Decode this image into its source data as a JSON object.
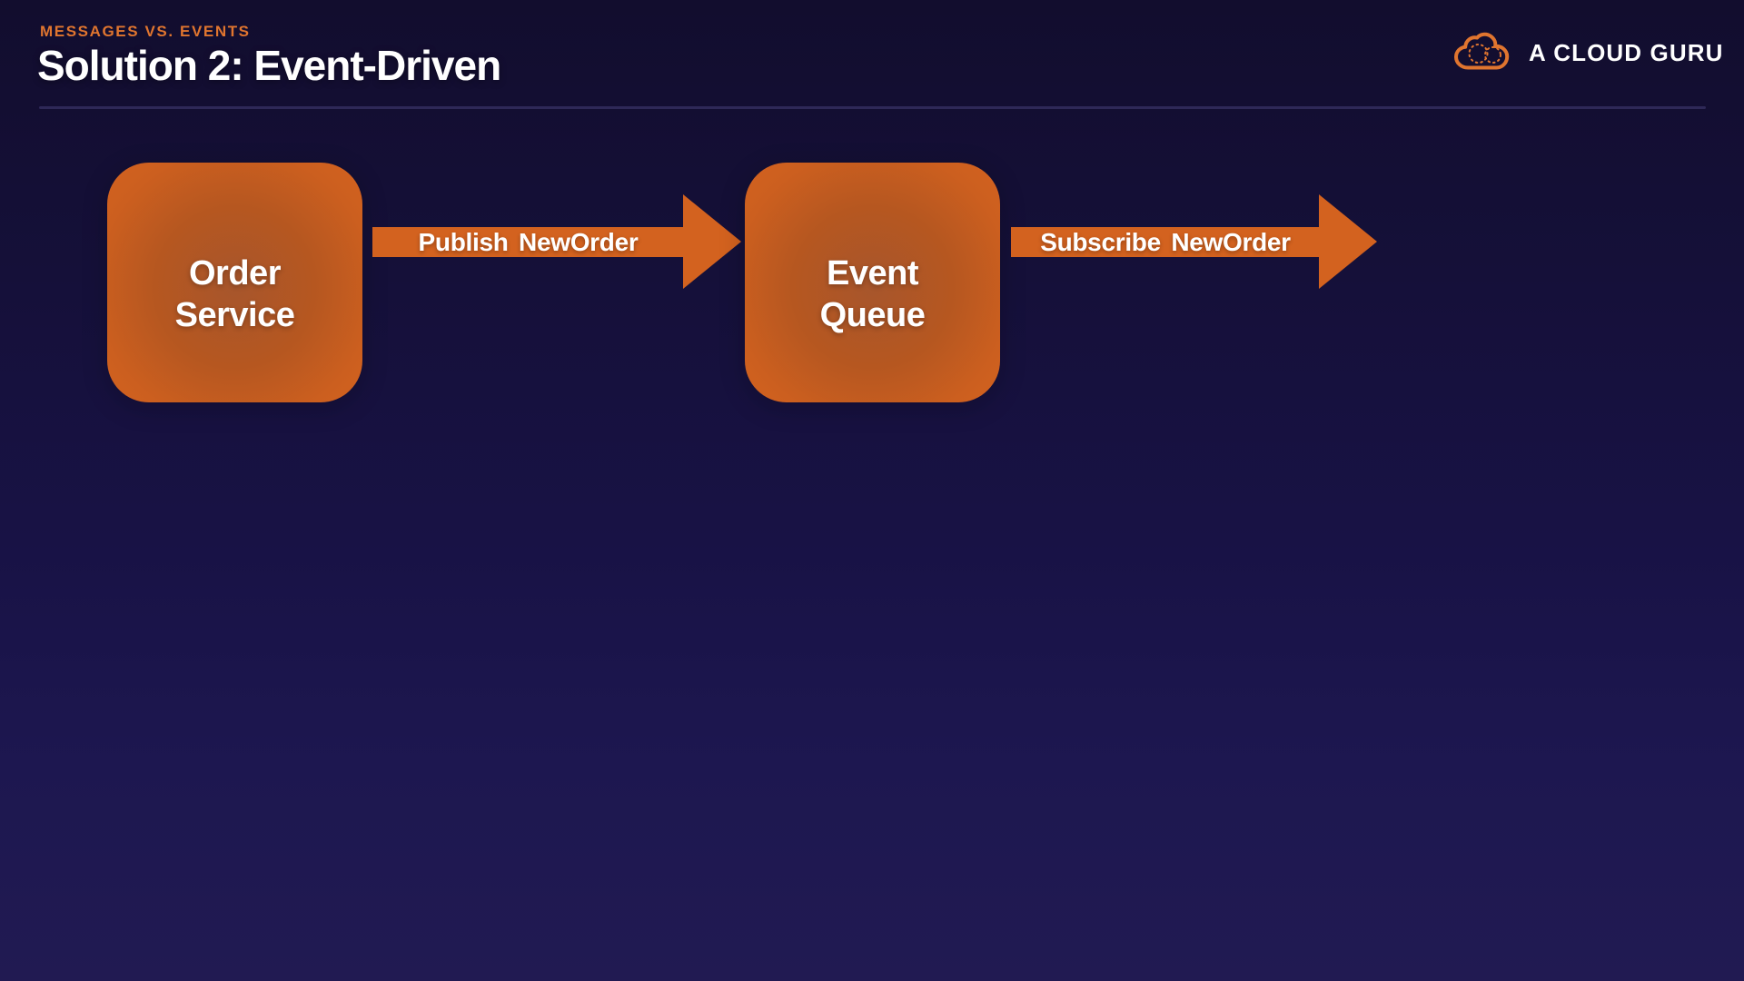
{
  "header": {
    "eyebrow": "MESSAGES VS. EVENTS",
    "title": "Solution 2: Event-Driven",
    "brand": "A CLOUD GURU"
  },
  "colors": {
    "background_top": "#120D2E",
    "background_bottom": "#211A52",
    "node_orange": "#D3621F",
    "node_orange_center": "#A7562C",
    "arrow_orange": "#D3621F",
    "eyebrow_orange": "#E0752F",
    "divider": "#2E2857",
    "text_white": "#FFFFFF"
  },
  "icons": {
    "brand_logo": "cloud-outline-icon"
  },
  "diagram": {
    "nodes": [
      {
        "id": "order-service",
        "line1": "Order",
        "line2": "Service"
      },
      {
        "id": "event-queue",
        "line1": "Event",
        "line2": "Queue"
      }
    ],
    "arrows": [
      {
        "id": "publish-arrow",
        "label": "Publish NewOrder"
      },
      {
        "id": "subscribe-arrow",
        "label": "Subscribe NewOrder"
      }
    ]
  }
}
